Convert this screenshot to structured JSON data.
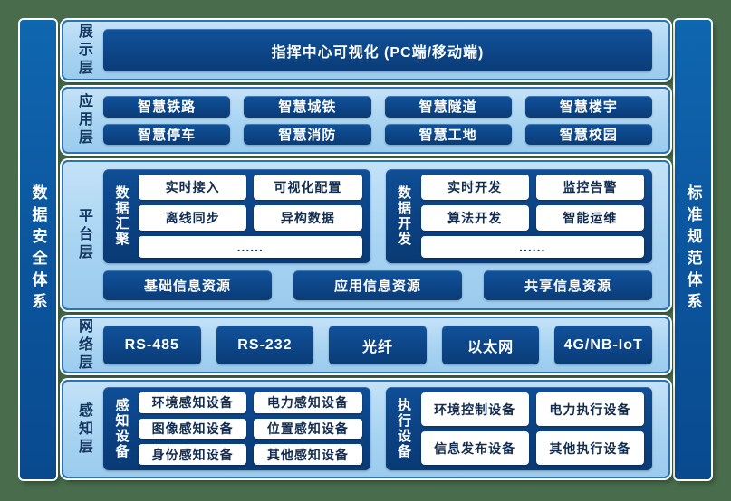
{
  "colors": {
    "page_background": "#486c4c",
    "panel_fill": "#a8d4f2",
    "panel_border": "#2d73b4",
    "dark_box": "#0d4587",
    "sidebar_blue": "#0b549c",
    "white_box_text": "#122c50",
    "layer_label_text": "#14375f"
  },
  "sidebars": {
    "left": "数据安全体系",
    "right": "标准规范体系"
  },
  "layers": {
    "display": {
      "label": "展示层",
      "box": "指挥中心可视化 (PC端/移动端)"
    },
    "application": {
      "label": "应用层",
      "boxes": [
        "智慧铁路",
        "智慧城铁",
        "智慧隧道",
        "智慧楼宇",
        "智慧停车",
        "智慧消防",
        "智慧工地",
        "智慧校园"
      ]
    },
    "platform": {
      "label": "平台层",
      "groups": [
        {
          "label": "数据汇聚",
          "boxes": [
            "实时接入",
            "可视化配置",
            "离线同步",
            "异构数据"
          ],
          "more": "......"
        },
        {
          "label": "数据开发",
          "boxes": [
            "实时开发",
            "监控告警",
            "算法开发",
            "智能运维"
          ],
          "more": "......"
        }
      ],
      "resources": [
        "基础信息资源",
        "应用信息资源",
        "共享信息资源"
      ]
    },
    "network": {
      "label": "网络层",
      "boxes": [
        "RS-485",
        "RS-232",
        "光纤",
        "以太网",
        "4G/NB-IoT"
      ]
    },
    "perception": {
      "label": "感知层",
      "groups": [
        {
          "label": "感知设备",
          "boxes": [
            "环境感知设备",
            "电力感知设备",
            "图像感知设备",
            "位置感知设备",
            "身份感知设备",
            "其他感知设备"
          ]
        },
        {
          "label": "执行设备",
          "boxes": [
            "环境控制设备",
            "电力执行设备",
            "信息发布设备",
            "其他执行设备"
          ]
        }
      ]
    }
  }
}
